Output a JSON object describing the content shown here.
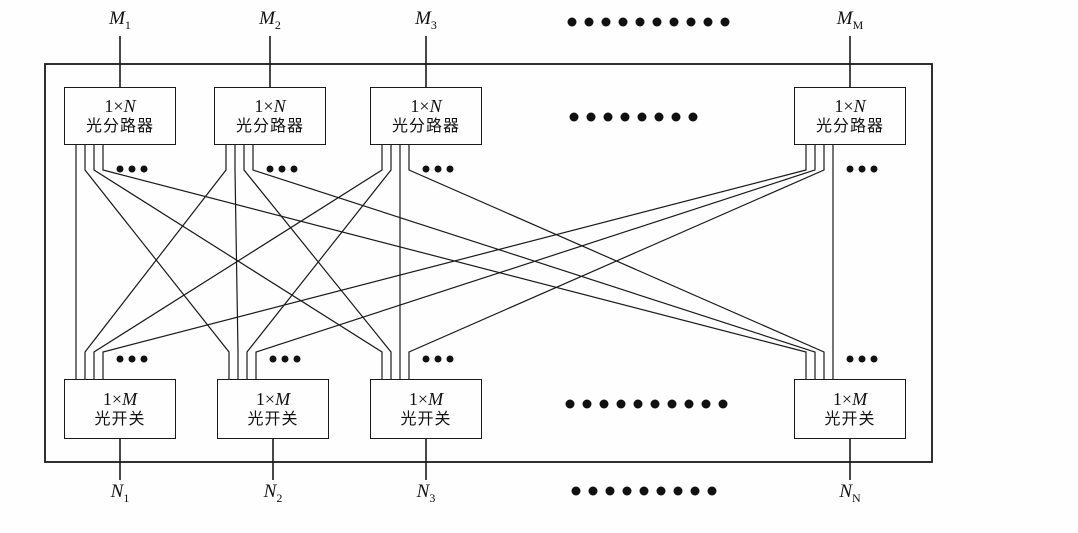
{
  "diagram": {
    "top_ports": [
      {
        "base": "M",
        "sub": "1"
      },
      {
        "base": "M",
        "sub": "2"
      },
      {
        "base": "M",
        "sub": "3"
      },
      {
        "base": "M",
        "sub": "M"
      }
    ],
    "splitters": [
      {
        "size": "1×",
        "var": "N",
        "label": "光分路器"
      },
      {
        "size": "1×",
        "var": "N",
        "label": "光分路器"
      },
      {
        "size": "1×",
        "var": "N",
        "label": "光分路器"
      },
      {
        "size": "1×",
        "var": "N",
        "label": "光分路器"
      }
    ],
    "switches": [
      {
        "size": "1×",
        "var": "M",
        "label": "光开关"
      },
      {
        "size": "1×",
        "var": "M",
        "label": "光开关"
      },
      {
        "size": "1×",
        "var": "M",
        "label": "光开关"
      },
      {
        "size": "1×",
        "var": "M",
        "label": "光开关"
      }
    ],
    "bottom_ports": [
      {
        "base": "N",
        "sub": "1"
      },
      {
        "base": "N",
        "sub": "2"
      },
      {
        "base": "N",
        "sub": "3"
      },
      {
        "base": "N",
        "sub": "N"
      }
    ]
  }
}
